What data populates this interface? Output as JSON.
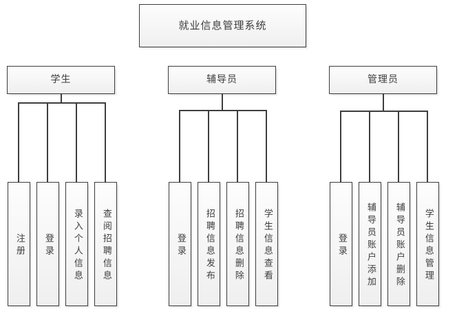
{
  "diagram": {
    "type": "org-chart",
    "title": "就业信息管理系统",
    "colors": {
      "box_border": "#3a3a3a",
      "box_fill_top": "#fdfdfd",
      "box_fill_bottom": "#efefef",
      "text": "#3d3d3d",
      "connector": "#3d3d3d",
      "background": "#ffffff"
    },
    "root": {
      "label": "就业信息管理系统"
    },
    "groups": [
      {
        "label": "学生",
        "leaves": [
          {
            "label": "注册"
          },
          {
            "label": "登录"
          },
          {
            "label": "录入个人信息"
          },
          {
            "label": "查阅招聘信息"
          }
        ]
      },
      {
        "label": "辅导员",
        "leaves": [
          {
            "label": "登录"
          },
          {
            "label": "招聘信息发布"
          },
          {
            "label": "招聘信息删除"
          },
          {
            "label": "学生信息查看"
          }
        ]
      },
      {
        "label": "管理员",
        "leaves": [
          {
            "label": "登录"
          },
          {
            "label": "辅导员账户添加"
          },
          {
            "label": "辅导员账户删除"
          },
          {
            "label": "学生信息管理"
          }
        ]
      }
    ]
  }
}
